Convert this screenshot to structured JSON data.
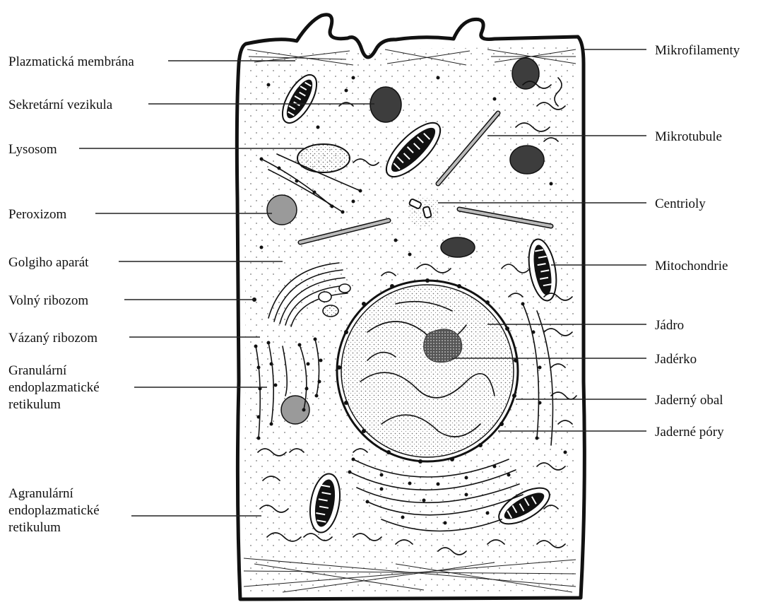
{
  "labels_left": [
    {
      "id": "plasma-membrane",
      "lines": [
        "Plazmatická membrána"
      ]
    },
    {
      "id": "secretory-vesicle",
      "lines": [
        "Sekretární vezikula"
      ]
    },
    {
      "id": "lysosome",
      "lines": [
        "Lysosom"
      ]
    },
    {
      "id": "peroxisome",
      "lines": [
        "Peroxizom"
      ]
    },
    {
      "id": "golgi",
      "lines": [
        "Golgiho aparát"
      ]
    },
    {
      "id": "free-ribosome",
      "lines": [
        "Volný ribozom"
      ]
    },
    {
      "id": "bound-ribosome",
      "lines": [
        "Vázaný ribozom"
      ]
    },
    {
      "id": "rough-er",
      "lines": [
        "Granulární",
        "endoplazmatické",
        "retikulum"
      ]
    },
    {
      "id": "smooth-er",
      "lines": [
        "Agranulární",
        "endoplazmatické",
        "retikulum"
      ]
    }
  ],
  "labels_right": [
    {
      "id": "microfilaments",
      "lines": [
        "Mikrofilamenty"
      ]
    },
    {
      "id": "microtubule",
      "lines": [
        "Mikrotubule"
      ]
    },
    {
      "id": "centrioles",
      "lines": [
        "Centrioly"
      ]
    },
    {
      "id": "mitochondria",
      "lines": [
        "Mitochondrie"
      ]
    },
    {
      "id": "nucleus",
      "lines": [
        "Jádro"
      ]
    },
    {
      "id": "nucleolus",
      "lines": [
        "Jadérko"
      ]
    },
    {
      "id": "nuclear-envelope",
      "lines": [
        "Jaderný obal"
      ]
    },
    {
      "id": "nuclear-pores",
      "lines": [
        "Jaderné póry"
      ]
    }
  ]
}
